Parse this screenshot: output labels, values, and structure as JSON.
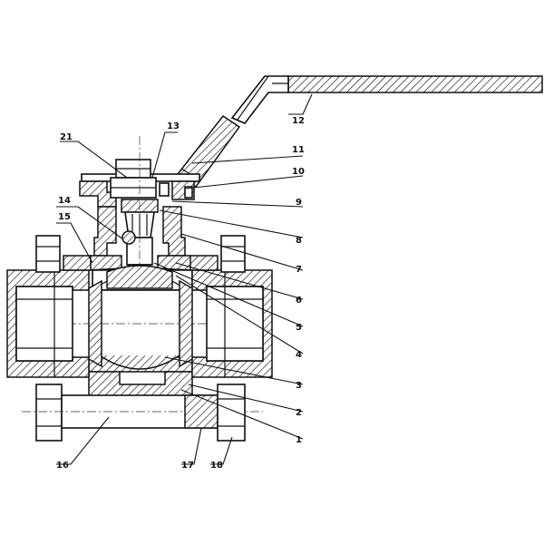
{
  "diagram": {
    "callouts": [
      {
        "id": "c1",
        "text": "1"
      },
      {
        "id": "c2",
        "text": "2"
      },
      {
        "id": "c3",
        "text": "3"
      },
      {
        "id": "c4",
        "text": "4"
      },
      {
        "id": "c5",
        "text": "5"
      },
      {
        "id": "c6",
        "text": "6"
      },
      {
        "id": "c7",
        "text": "7"
      },
      {
        "id": "c8",
        "text": "8"
      },
      {
        "id": "c9",
        "text": "9"
      },
      {
        "id": "c10",
        "text": "10"
      },
      {
        "id": "c11",
        "text": "11"
      },
      {
        "id": "c12",
        "text": "12"
      },
      {
        "id": "c13",
        "text": "13"
      },
      {
        "id": "c14",
        "text": "14"
      },
      {
        "id": "c15",
        "text": "15"
      },
      {
        "id": "c16",
        "text": "16"
      },
      {
        "id": "c17",
        "text": "17"
      },
      {
        "id": "c18",
        "text": "18"
      },
      {
        "id": "c21",
        "text": "21"
      }
    ]
  }
}
